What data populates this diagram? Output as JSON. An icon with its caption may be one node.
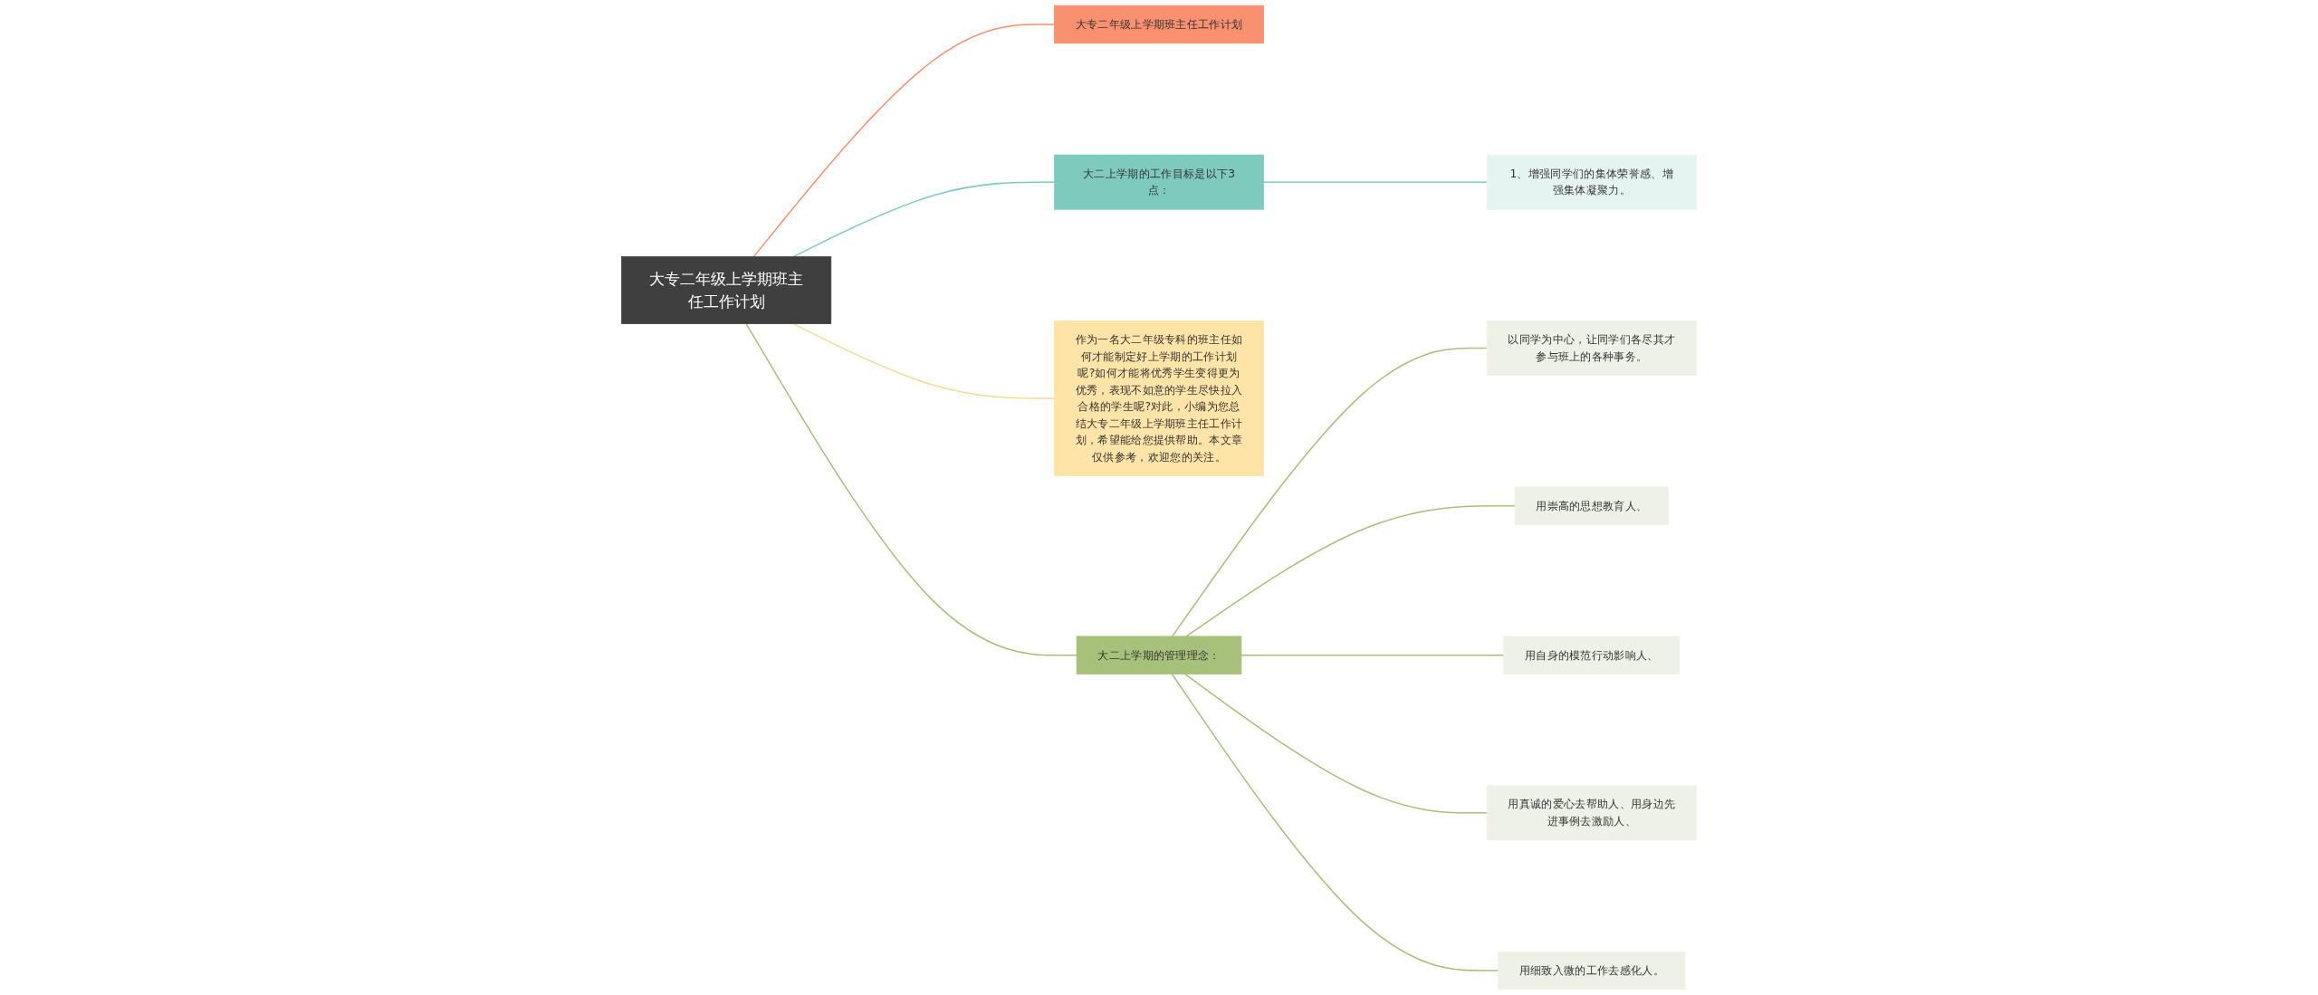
{
  "diagram": {
    "nodes": [
      {
        "text": [
          "大专二年级上学期班主任工作计划"
        ]
      },
      {
        "text": [
          "大专二年级上学期班主任工作计划"
        ]
      },
      {
        "text": [
          "大二上学期的工作目标是以下3点："
        ]
      },
      {
        "text": [
          "1、增强同学们的集体荣誉感、增强集体凝聚力。"
        ]
      },
      {
        "text": [
          "作为一名大二年级专科的班主任如何才能制定好上学期的工作计划呢?如何才能将优秀学生变得更为优秀，表现不如意的学生尽快拉入合格的学生呢?对此，小编为您总结大专二年级上学期班主任工作计划，希望能给您提供帮助。本文章仅供参考，欢迎您的关注。"
        ]
      },
      {
        "text": [
          "大二上学期的管理理念："
        ]
      },
      {
        "text": [
          "以同学为中心，让同学们各尽其才参与班上的各种事务。"
        ]
      },
      {
        "text": [
          "用崇高的思想教育人、"
        ]
      },
      {
        "text": [
          "用自身的模范行动影响人、"
        ]
      },
      {
        "text": [
          "用真诚的爱心去帮助人、用身边先进事例去激励人、"
        ]
      },
      {
        "text": [
          "用细致入微的工作去感化人。"
        ]
      }
    ],
    "edges": [
      {
        "from": 0,
        "to": 1,
        "arrow": "none",
        "color": "#f9906f"
      },
      {
        "from": 0,
        "to": 2,
        "arrow": "none",
        "color": "#7ecbbd"
      },
      {
        "from": 2,
        "to": 3,
        "arrow": "none",
        "color": "#7ecbbd"
      },
      {
        "from": 0,
        "to": 4,
        "arrow": "none",
        "color": "#f5dc96"
      },
      {
        "from": 0,
        "to": 5,
        "arrow": "none"
      },
      {
        "from": 5,
        "to": 6,
        "arrow": "none"
      },
      {
        "from": 5,
        "to": 7,
        "arrow": "none"
      },
      {
        "from": 5,
        "to": 8,
        "arrow": "none"
      },
      {
        "from": 5,
        "to": 9,
        "arrow": "none"
      },
      {
        "from": 5,
        "to": 10,
        "arrow": "none"
      }
    ]
  }
}
